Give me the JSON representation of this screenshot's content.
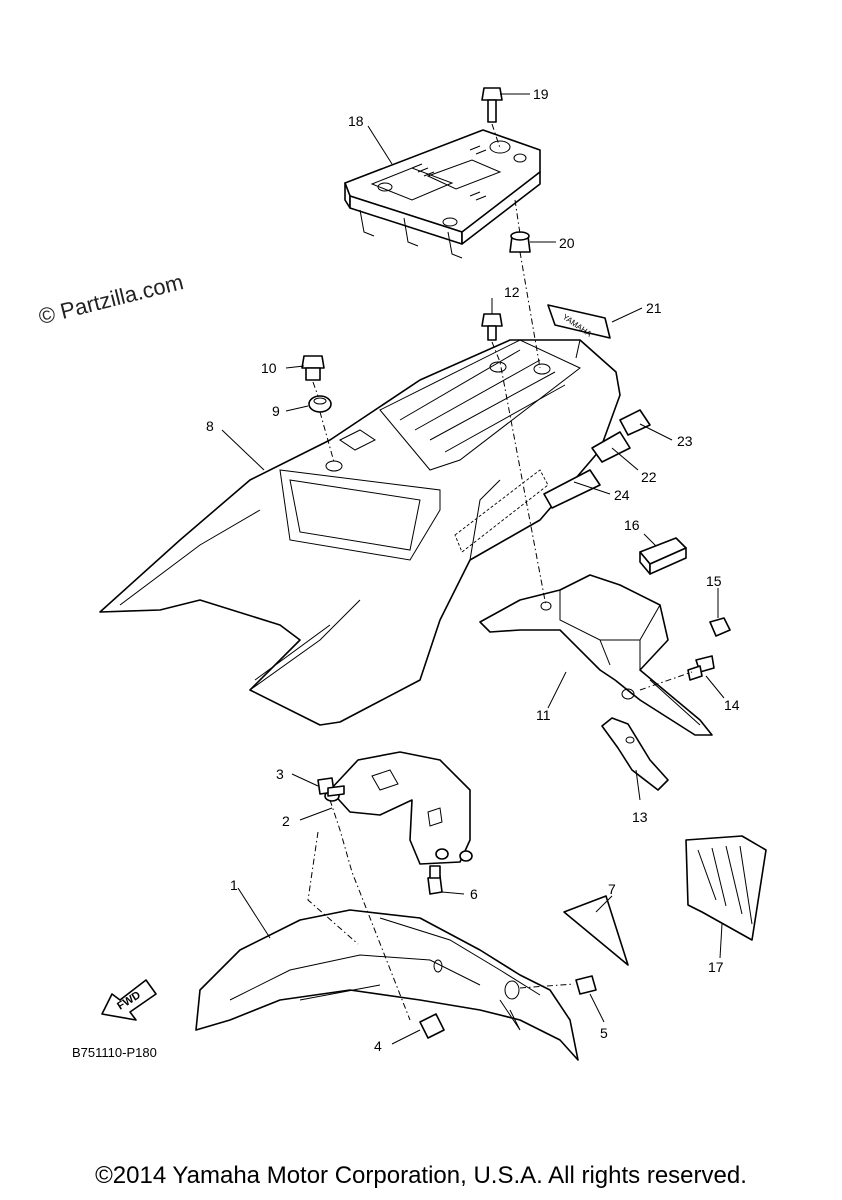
{
  "watermark": "© Partzilla.com",
  "diagram_code": "B751110-P180",
  "copyright": "©2014 Yamaha Motor Corporation, U.S.A. All rights reserved.",
  "fwd_label": "FWD",
  "decal_text": "YAMAHA",
  "callouts": [
    "1",
    "2",
    "3",
    "4",
    "5",
    "6",
    "7",
    "8",
    "9",
    "10",
    "11",
    "12",
    "13",
    "14",
    "15",
    "16",
    "17",
    "18",
    "19",
    "20",
    "21",
    "22",
    "23",
    "24"
  ]
}
